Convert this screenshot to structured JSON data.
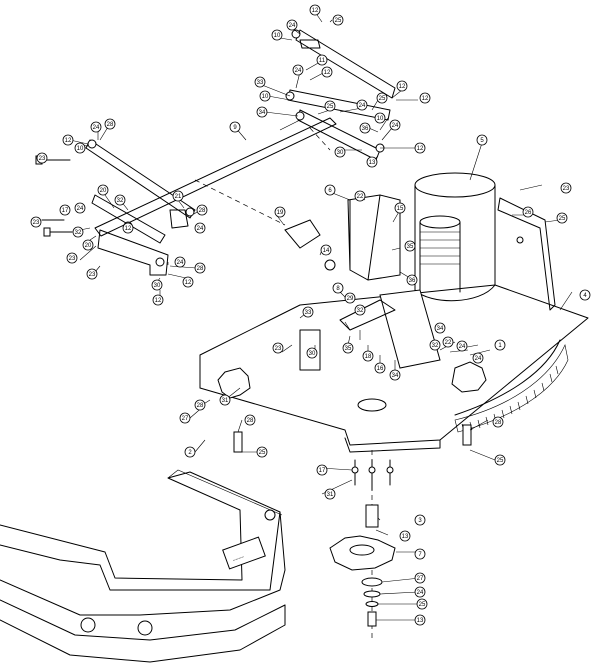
{
  "diagram": {
    "callouts": {
      "c1": "1",
      "c2": "2",
      "c3": "3",
      "c4": "4",
      "c5": "5",
      "c6": "6",
      "c7": "7",
      "c8": "8",
      "c9": "9",
      "c10": "10",
      "c11": "11",
      "c12": "12",
      "c13": "13",
      "c14": "14",
      "c15": "15",
      "c16": "16",
      "c17": "17",
      "c18": "18",
      "c19": "19",
      "c20": "20",
      "c21": "21",
      "c22": "22",
      "c23": "23",
      "c24": "24",
      "c25": "25",
      "c26": "26",
      "c27": "27",
      "c28": "28",
      "c29": "29",
      "c30": "30",
      "c31": "31",
      "c32": "32",
      "c33": "33",
      "c34": "34",
      "c35": "35",
      "c36": "36"
    }
  }
}
